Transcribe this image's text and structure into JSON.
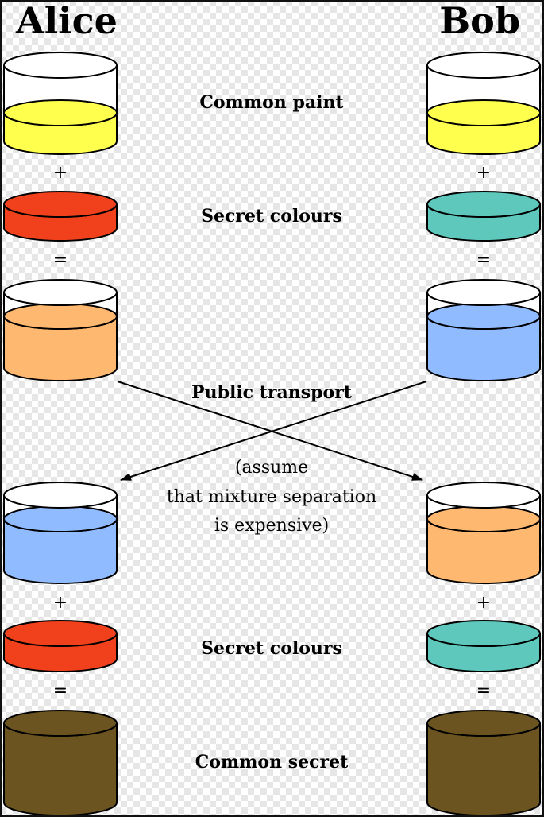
{
  "actors": {
    "left": "Alice",
    "right": "Bob"
  },
  "labels": {
    "common_paint": "Common paint",
    "secret_colours_1": "Secret colours",
    "public_transport": "Public transport",
    "note_line1": "(assume",
    "note_line2": "that mixture separation",
    "note_line3": "is expensive)",
    "secret_colours_2": "Secret colours",
    "common_secret": "Common secret"
  },
  "operators": {
    "plus": "+",
    "equals": "="
  },
  "colors": {
    "common_paint": "#ffff4d",
    "alice_secret": "#f0401c",
    "bob_secret": "#5ec8bc",
    "alice_mixture": "#ffb870",
    "bob_mixture": "#91bbff",
    "common_secret": "#6b5420"
  },
  "steps": {
    "left": [
      "common_paint",
      "alice_secret",
      "alice_mixture",
      "bob_mixture",
      "alice_secret",
      "common_secret"
    ],
    "right": [
      "common_paint",
      "bob_secret",
      "bob_mixture",
      "alice_mixture",
      "bob_secret",
      "common_secret"
    ]
  }
}
